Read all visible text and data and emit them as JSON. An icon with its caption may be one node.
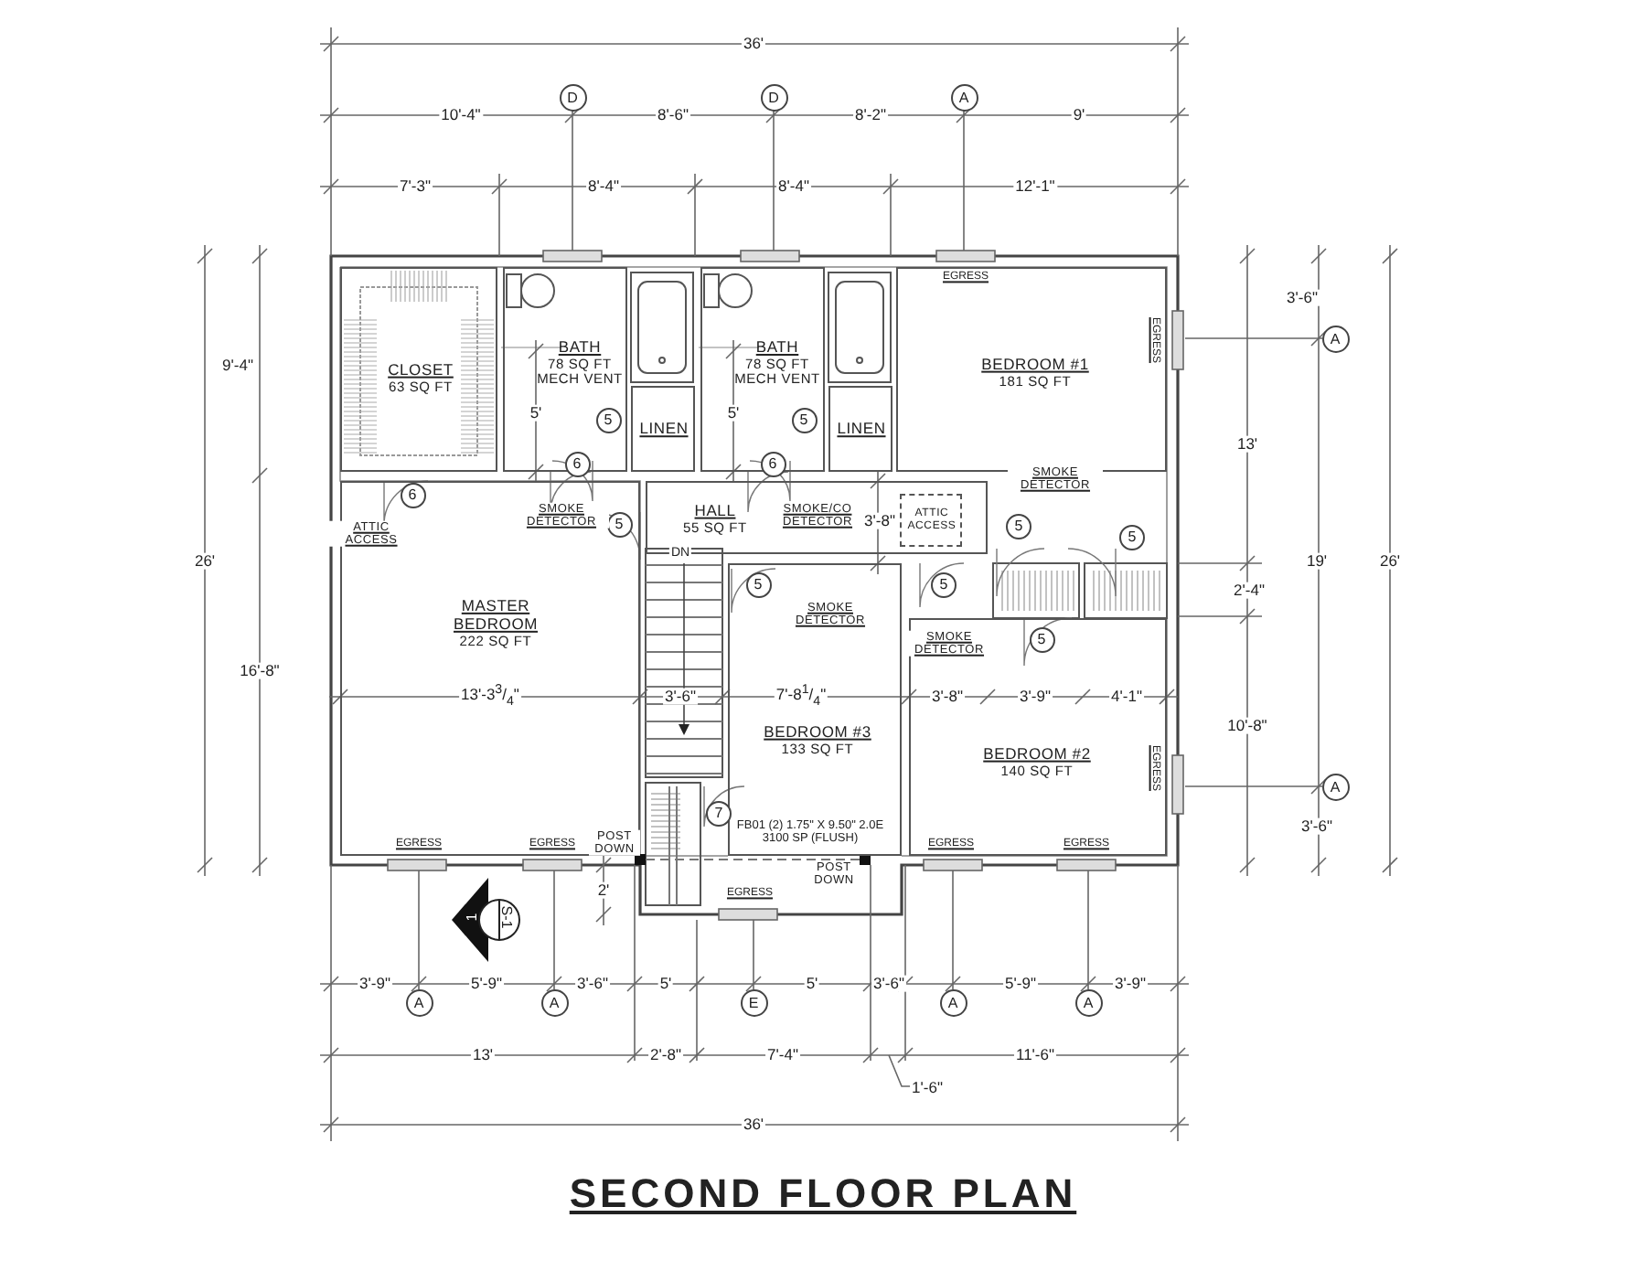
{
  "diagram": {
    "title": "SECOND FLOOR PLAN",
    "nodes": [
      {
        "text": [
          "D"
        ]
      },
      {
        "text": [
          "D"
        ]
      },
      {
        "text": [
          "A"
        ]
      },
      {
        "text": [
          "CLOSET",
          "63 SQ FT"
        ]
      },
      {
        "text": [
          "BATH",
          "78 SQ FT",
          "MECH VENT"
        ]
      },
      {
        "text": [
          "LINEN"
        ]
      },
      {
        "text": [
          "BATH",
          "78 SQ FT",
          "MECH VENT"
        ]
      },
      {
        "text": [
          "LINEN"
        ]
      },
      {
        "text": [
          "BEDROOM #1",
          "181 SQ FT"
        ]
      },
      {
        "text": [
          "A"
        ]
      },
      {
        "text": [
          "5"
        ],
        "in": 4
      },
      {
        "text": [
          "6"
        ],
        "in": 4
      },
      {
        "text": [
          "5"
        ],
        "in": 6
      },
      {
        "text": [
          "6"
        ],
        "in": 6
      },
      {
        "text": [
          "MASTER BEDROOM",
          "222 SQ FT"
        ]
      },
      {
        "text": [
          "6"
        ],
        "in": 14
      },
      {
        "text": [
          "5"
        ],
        "in": 14
      },
      {
        "text": [
          "HALL",
          "55 SQ FT"
        ]
      },
      {
        "text": [
          "ATTIC ACCESS"
        ],
        "in": 17
      },
      {
        "text": [
          "5"
        ]
      },
      {
        "text": [
          "5"
        ]
      },
      {
        "text": [
          "BEDROOM #3",
          "133 SQ FT"
        ]
      },
      {
        "text": [
          "5"
        ],
        "in": 21
      },
      {
        "text": [
          "BEDROOM #2",
          "140 SQ FT"
        ]
      },
      {
        "text": [
          "5"
        ]
      },
      {
        "text": [
          "5"
        ],
        "in": 23
      },
      {
        "text": [
          "7"
        ]
      },
      {
        "text": [
          "A"
        ]
      },
      {
        "text": [
          "1",
          "S-1"
        ]
      },
      {
        "text": [
          "A"
        ]
      },
      {
        "text": [
          "A"
        ]
      },
      {
        "text": [
          "E"
        ]
      },
      {
        "text": [
          "A"
        ]
      },
      {
        "text": [
          "A"
        ]
      }
    ],
    "labels": [
      "36'",
      "10'-4\"",
      "8'-6\"",
      "8'-2\"",
      "9'",
      "7'-3\"",
      "8'-4\"",
      "8'-4\"",
      "12'-1\"",
      "EGRESS",
      "3'-6\"",
      "EGRESS",
      "9'-4\"",
      "5'",
      "5'",
      "13'",
      "SMOKE DETECTOR",
      "SMOKE DETECTOR",
      "SMOKE/CO DETECTOR",
      "3'-8\"",
      "ATTIC ACCESS",
      "DN",
      "26'",
      "19'",
      "26'",
      "2'-4\"",
      "SMOKE DETECTOR",
      "SMOKE DETECTOR",
      "16'-8\"",
      "13'-3$^{3}$/$_{4}$\"",
      "3'-6\"",
      "7'-8$^{1}$/$_{4}$\"",
      "3'-8\"",
      "3'-9\"",
      "4'-1\"",
      "10'-8\"",
      "EGRESS",
      "FB01 (2) 1.75\" X 9.50\" 2.0E 3100 SP (FLUSH)",
      "3'-6\"",
      "EGRESS",
      "EGRESS",
      "POST DOWN",
      "EGRESS",
      "EGRESS",
      "2'",
      "EGRESS",
      "POST DOWN",
      "3'-9\"",
      "5'-9\"",
      "3'-6\"",
      "5'",
      "5'",
      "3'-6\"",
      "5'-9\"",
      "3'-9\"",
      "13'",
      "2'-8\"",
      "7'-4\"",
      "11'-6\"",
      "1'-6\"",
      "36'"
    ]
  }
}
